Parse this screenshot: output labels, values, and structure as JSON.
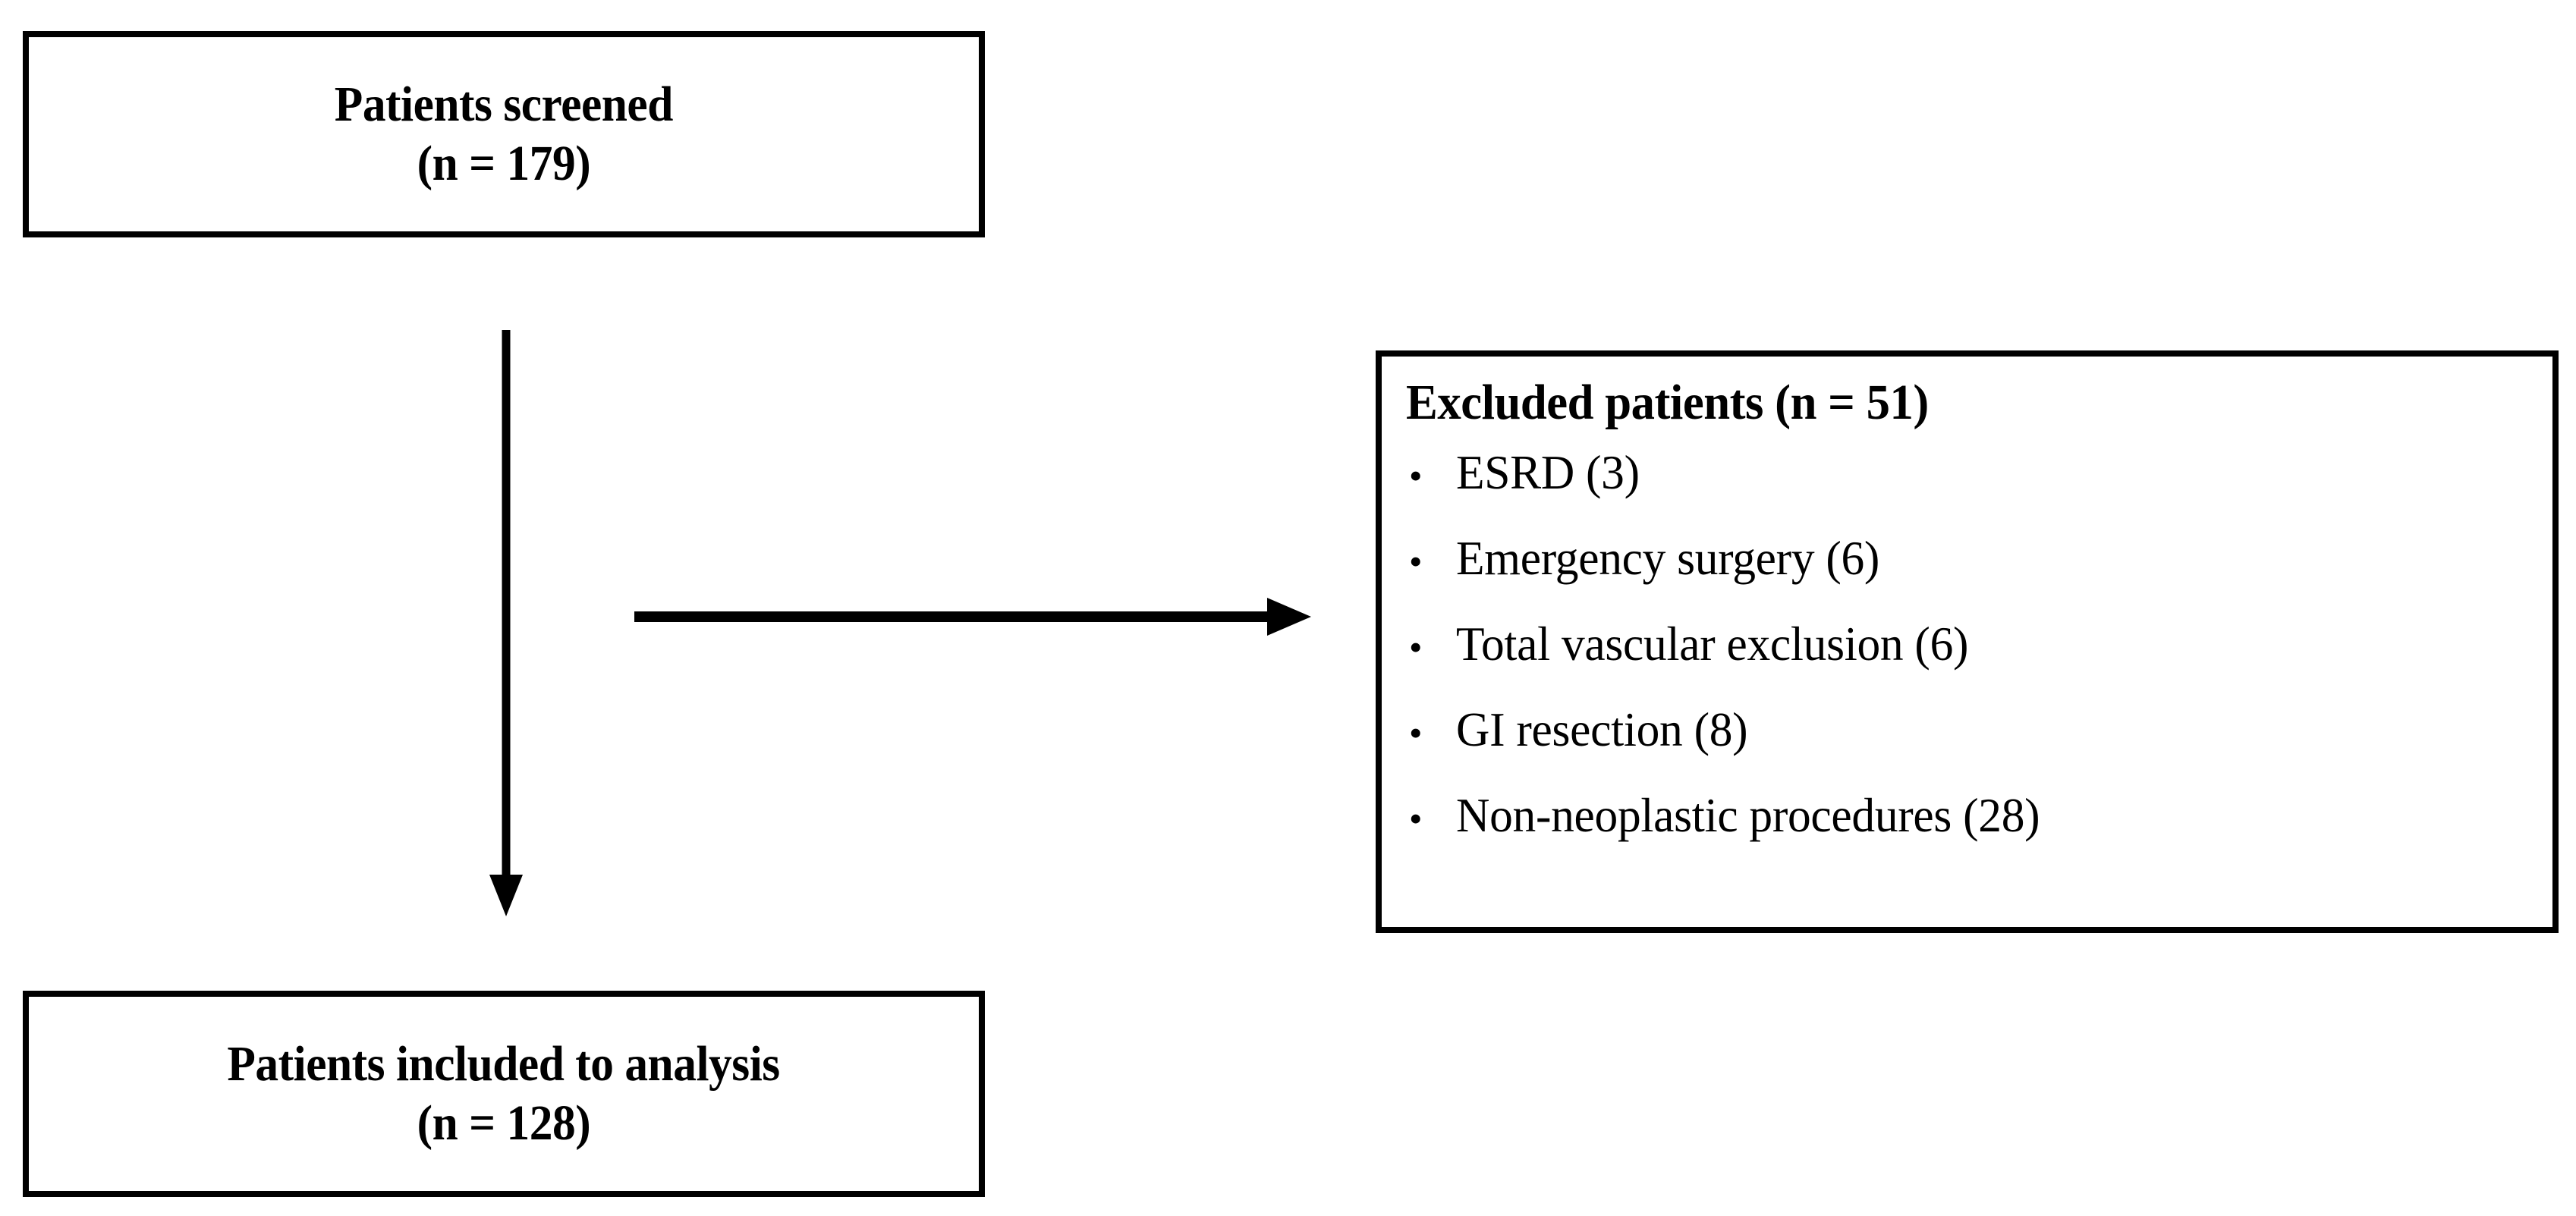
{
  "diagram": {
    "type": "consort-flow-diagram",
    "background_color": "#ffffff",
    "line_color": "#000000",
    "boxes": {
      "screened": {
        "line1": "Patients screened",
        "line2": "(n = 179)",
        "count": 179
      },
      "included": {
        "line1": "Patients included to analysis",
        "line2": "(n = 128)",
        "count": 128
      },
      "excluded": {
        "title": "Excluded patients (n = 51)",
        "count": 51,
        "bullet_glyph": "•",
        "items": [
          {
            "label": "ESRD (3)",
            "reason": "ESRD",
            "n": 3
          },
          {
            "label": "Emergency surgery (6)",
            "reason": "Emergency surgery",
            "n": 6
          },
          {
            "label": "Total vascular exclusion (6)",
            "reason": "Total vascular exclusion",
            "n": 6
          },
          {
            "label": "GI resection (8)",
            "reason": "GI resection",
            "n": 8
          },
          {
            "label": "Non-neoplastic procedures (28)",
            "reason": "Non-neoplastic procedures",
            "n": 28
          }
        ]
      }
    },
    "arrows": {
      "down": {
        "name": "arrow-down-icon",
        "from": "screened",
        "to": "included"
      },
      "right": {
        "name": "arrow-right-icon",
        "from": "screened",
        "to": "excluded"
      }
    }
  }
}
